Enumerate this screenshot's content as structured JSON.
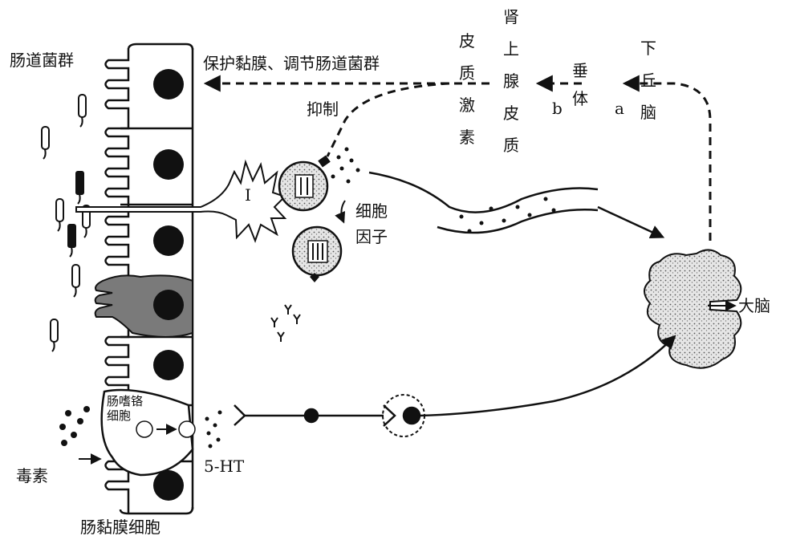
{
  "labels": {
    "gut_flora": "肠道菌群",
    "protect": "保护黏膜、调节肠道菌群",
    "cortisol": [
      "皮",
      "质",
      "激",
      "素"
    ],
    "adrenal_cortex": [
      "肾",
      "上",
      "腺",
      "皮",
      "质"
    ],
    "pituitary": [
      "垂",
      "体"
    ],
    "hypothalamus": [
      "下",
      "丘",
      "脑"
    ],
    "arrow_b": "b",
    "arrow_a": "a",
    "inhibit": "抑制",
    "cell_I": "I",
    "cell_II": "II",
    "cell_III": "III",
    "cytokine": [
      "细胞",
      "因子"
    ],
    "brain": "大脑",
    "toxin": "毒素",
    "enterochromaffin": [
      "肠嗜铬",
      "细胞"
    ],
    "serotonin": "5-HT",
    "mucosa": "肠黏膜细胞"
  },
  "colors": {
    "ink": "#111111",
    "ec_cell_fill": "#7a7a7a",
    "brain_fill": "#d9d9d9"
  }
}
